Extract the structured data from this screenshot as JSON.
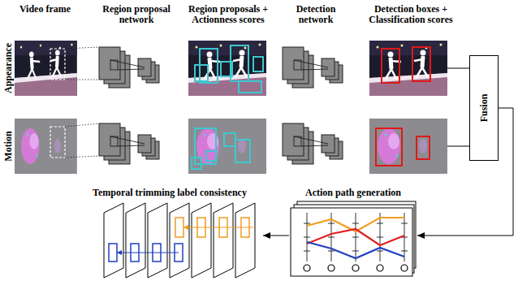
{
  "diagram": {
    "nodes": [
      {
        "text": [
          "Fusion"
        ]
      },
      {
        "text": [
          "Action path generation"
        ]
      },
      {
        "text": [
          "Temporal trimming label consistency"
        ]
      }
    ],
    "edges": [
      {
        "from": 0,
        "to": 1,
        "arrow": "to"
      },
      {
        "from": 1,
        "to": 2,
        "arrow": "to"
      }
    ],
    "labels": [
      "Video frame",
      "Region proposal network",
      "Region proposals + Actionness scores",
      "Detection network",
      "Detection boxes + Classification scores",
      "Appearance",
      "Motion"
    ]
  }
}
